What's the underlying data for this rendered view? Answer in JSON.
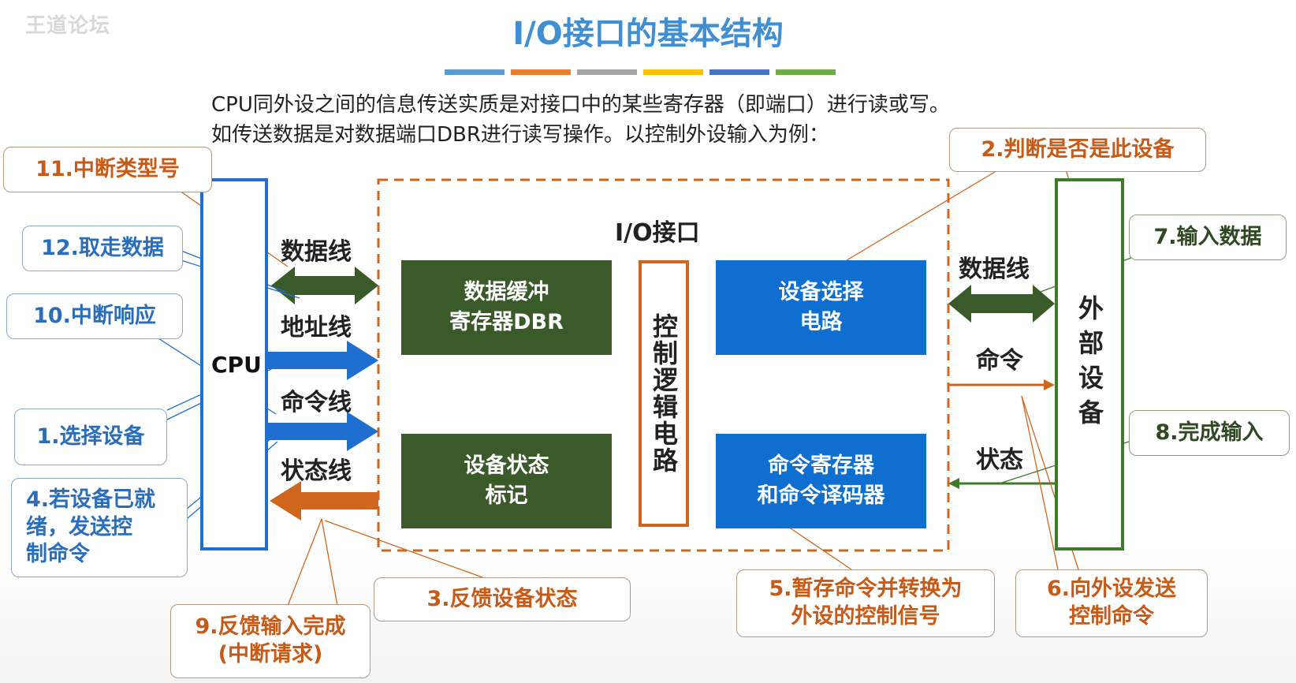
{
  "watermark": "王道论坛",
  "title": "I/O接口的基本结构",
  "title_bar_colors": [
    "#5b9bd5",
    "#ed7d31",
    "#a5a5a5",
    "#ffc000",
    "#4472c4",
    "#70ad47"
  ],
  "intro": {
    "line1": "CPU同外设之间的信息传送实质是对接口中的某些寄存器（即端口）进行读或写。",
    "line2": "如传送数据是对数据端口DBR进行读写操作。以控制外设输入为例："
  },
  "cpu": {
    "label": "CPU"
  },
  "io_interface": {
    "title": "I/O接口"
  },
  "external_device": {
    "label": "外部设备"
  },
  "left_lines": {
    "data": "数据线",
    "address": "地址线",
    "command": "命令线",
    "status": "状态线"
  },
  "right_lines": {
    "data": "数据线",
    "command": "命令",
    "status": "状态"
  },
  "inner_boxes": {
    "dbr": {
      "line1": "数据缓冲",
      "line2": "寄存器DBR"
    },
    "status_flag": {
      "line1": "设备状态",
      "line2": "标记"
    },
    "control_logic": "控制逻辑电路",
    "device_select": {
      "line1": "设备选择",
      "line2": "电路"
    },
    "command_reg": {
      "line1": "命令寄存器",
      "line2": "和命令译码器"
    }
  },
  "callouts": {
    "c1": "1.选择设备",
    "c2": "2.判断是否是此设备",
    "c3": "3.反馈设备状态",
    "c4": {
      "line1": "4.若设备已就",
      "line2": "绪，发送控",
      "line3": "制命令"
    },
    "c5": {
      "line1": "5.暂存命令并转换为",
      "line2": "外设的控制信号"
    },
    "c6": {
      "line1": "6.向外设发送",
      "line2": "控制命令"
    },
    "c7": "7.输入数据",
    "c8": "8.完成输入",
    "c9": {
      "line1": "9.反馈输入完成",
      "line2": "(中断请求)"
    },
    "c10": "10.中断响应",
    "c11": "11.中断类型号",
    "c12": "12.取走数据"
  },
  "colors": {
    "cpu_blue": "#1e6fd0",
    "dark_green": "#3b5a29",
    "orange": "#d0661e",
    "ext_green": "#3f7a2a"
  }
}
